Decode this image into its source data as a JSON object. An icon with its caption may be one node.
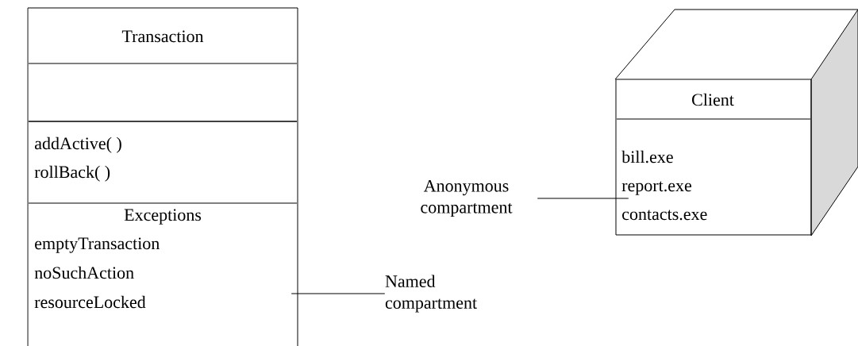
{
  "diagram": {
    "nodes": [
      {
        "text": [
          "Transaction"
        ]
      },
      {
        "text": [],
        "shape": "box",
        "in": 0
      },
      {
        "text": [
          "addActive( )",
          "rollBack( )"
        ],
        "in": 0
      },
      {
        "text": [
          "Exceptions",
          "emptyTransaction",
          "noSuchAction",
          "resourceLocked"
        ],
        "in": 0
      },
      {
        "text": [
          "Named compartment"
        ]
      },
      {
        "text": [],
        "shape": "cube"
      },
      {
        "text": [
          "Client"
        ],
        "in": 5
      },
      {
        "text": [
          "bill.exe",
          "report.exe",
          "contacts.exe"
        ],
        "in": 6
      },
      {
        "text": [
          "Anonymous compartment"
        ]
      }
    ],
    "edges": [
      {
        "from": 4,
        "to": 3,
        "arrow": "none"
      },
      {
        "from": 8,
        "to": 7,
        "arrow": "none"
      }
    ]
  }
}
